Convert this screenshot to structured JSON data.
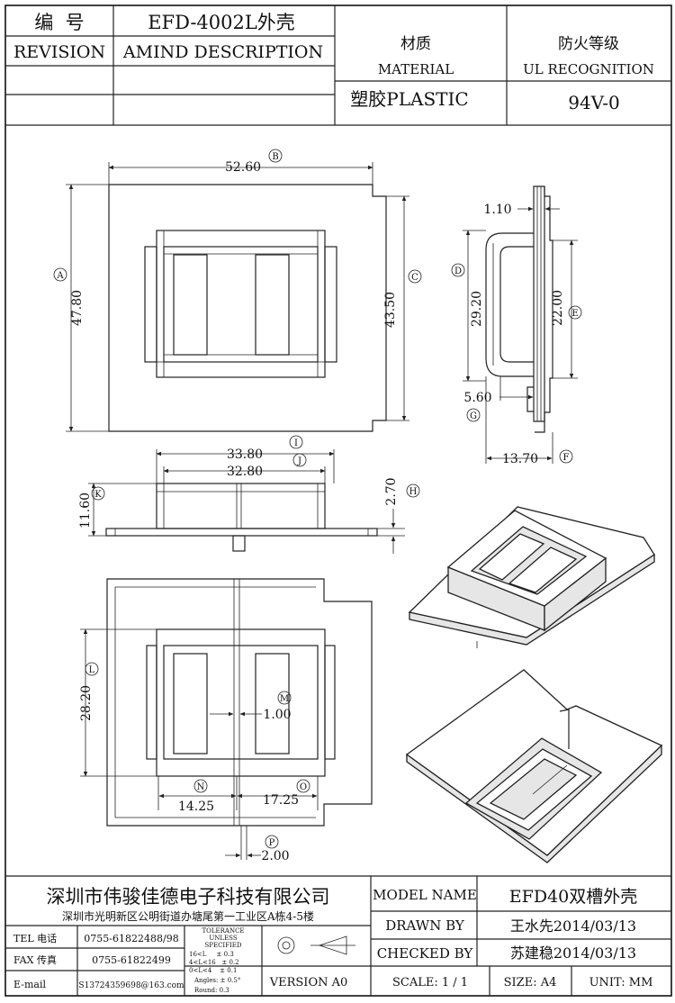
{
  "header": {
    "number_label": "编  号",
    "part_number": "EFD-4002L外壳",
    "revision_label": "REVISION",
    "description_label": "AMIND DESCRIPTION",
    "material_cn": "材质",
    "material_en": "MATERIAL",
    "material_value": "塑胶PLASTIC",
    "fire_cn": "防火等级",
    "fire_en": "UL RECOGNITION",
    "fire_value": "94V-0"
  },
  "dimensions": [
    {
      "id": "A",
      "value": "47.80"
    },
    {
      "id": "B",
      "value": "52.60"
    },
    {
      "id": "C",
      "value": "43.50"
    },
    {
      "id": "D",
      "value": "29.20"
    },
    {
      "id": "E",
      "value": "22.00"
    },
    {
      "id": "F",
      "value": "13.70"
    },
    {
      "id": "G",
      "value": "5.60"
    },
    {
      "id": "H",
      "value": "2.70"
    },
    {
      "id": "I",
      "value": "33.80"
    },
    {
      "id": "J",
      "value": "32.80"
    },
    {
      "id": "K",
      "value": "11.60"
    },
    {
      "id": "L",
      "value": "28.20"
    },
    {
      "id": "M",
      "value": "1.00"
    },
    {
      "id": "N",
      "value": "14.25"
    },
    {
      "id": "O",
      "value": "17.25"
    },
    {
      "id": "P",
      "value": "2.00"
    }
  ],
  "side_top_dim": "1.10",
  "footer": {
    "company": "深圳市伟骏佳德电子科技有限公司",
    "address": "深圳市光明新区公明街道办塘尾第一工业区A栋4-5楼",
    "tel_label": "TEL 电话",
    "tel": "0755-61822488/98",
    "fax_label": "FAX 传真",
    "fax": "0755-61822499",
    "email_label": "E-mail",
    "email": "S13724359698@163.com",
    "tolerance": [
      "TOLERANCE",
      "UNLESS",
      "SPECIFIED",
      "16<L     ± 0.3",
      "4<L<16   ± 0.2",
      "0<L<4    ± 0.1",
      "Angles: ± 0.5°",
      "Round: 0.3"
    ],
    "version": "VERSION A0",
    "scale": "SCALE:  1 / 1",
    "model_name_label": "MODEL NAME",
    "model_name": "EFD40双槽外壳",
    "drawn_by_label": "DRAWN BY",
    "drawn_by": "王水先2014/03/13",
    "checked_by_label": "CHECKED BY",
    "checked_by": "苏建稳2014/03/13",
    "size": "SIZE:  A4",
    "unit": "UNIT:  MM"
  }
}
